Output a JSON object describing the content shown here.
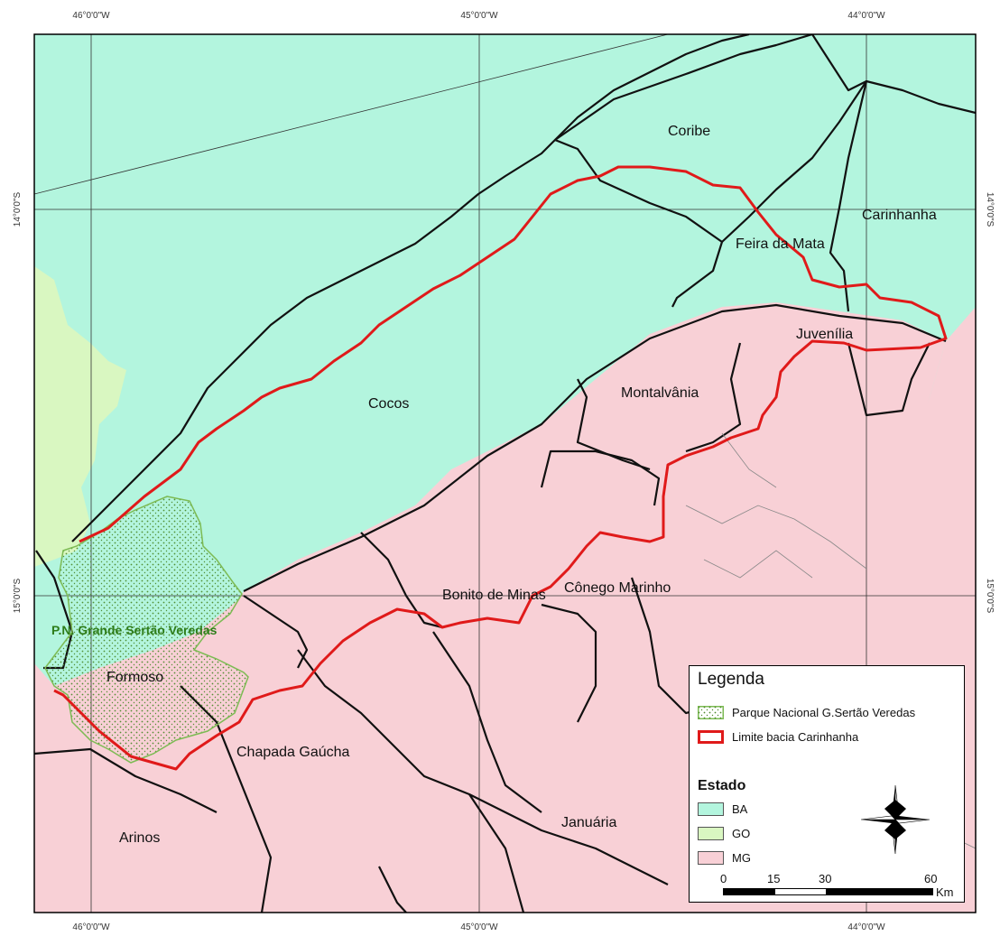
{
  "graticule": {
    "top_labels": [
      "46°0'0\"W",
      "45°0'0\"W",
      "44°0'0\"W"
    ],
    "bottom_labels": [
      "46°0'0\"W",
      "45°0'0\"W",
      "44°0'0\"W"
    ],
    "left_labels": [
      "14°0'0\"S",
      "15°0'0\"S"
    ],
    "right_labels": [
      "14°0'0\"S",
      "15°0'0\"S"
    ]
  },
  "municipalities": {
    "coribe": "Coribe",
    "carinhanha": "Carinhanha",
    "feira_da_mata": "Feira da Mata",
    "juvenilia": "Juvenília",
    "montalvania": "Montalvânia",
    "cocos": "Cocos",
    "bonito_de_minas": "Bonito de Minas",
    "conego_marinho": "Cônego Marinho",
    "formoso": "Formoso",
    "chapada_gaucha": "Chapada Gaúcha",
    "januaria": "Januária",
    "arinos": "Arinos"
  },
  "park_label": "P.N. Grande Sertão Veredas",
  "legend": {
    "title": "Legenda",
    "park": "Parque Nacional G.Sertão Veredas",
    "basin": "Limite bacia Carinhanha",
    "state_title": "Estado",
    "states": [
      {
        "label": "BA",
        "color": "#b3f5de"
      },
      {
        "label": "GO",
        "color": "#d9f7c1"
      },
      {
        "label": "MG",
        "color": "#f8d0d6"
      }
    ]
  },
  "scale": {
    "ticks": [
      "0",
      "15",
      "30",
      "60"
    ],
    "unit": "Km"
  },
  "colors": {
    "ba": "#b3f5de",
    "go": "#d9f7c1",
    "mg": "#f8d0d6",
    "basin": "#e01a1a",
    "park": "#7dbb54",
    "border": "#111111"
  }
}
